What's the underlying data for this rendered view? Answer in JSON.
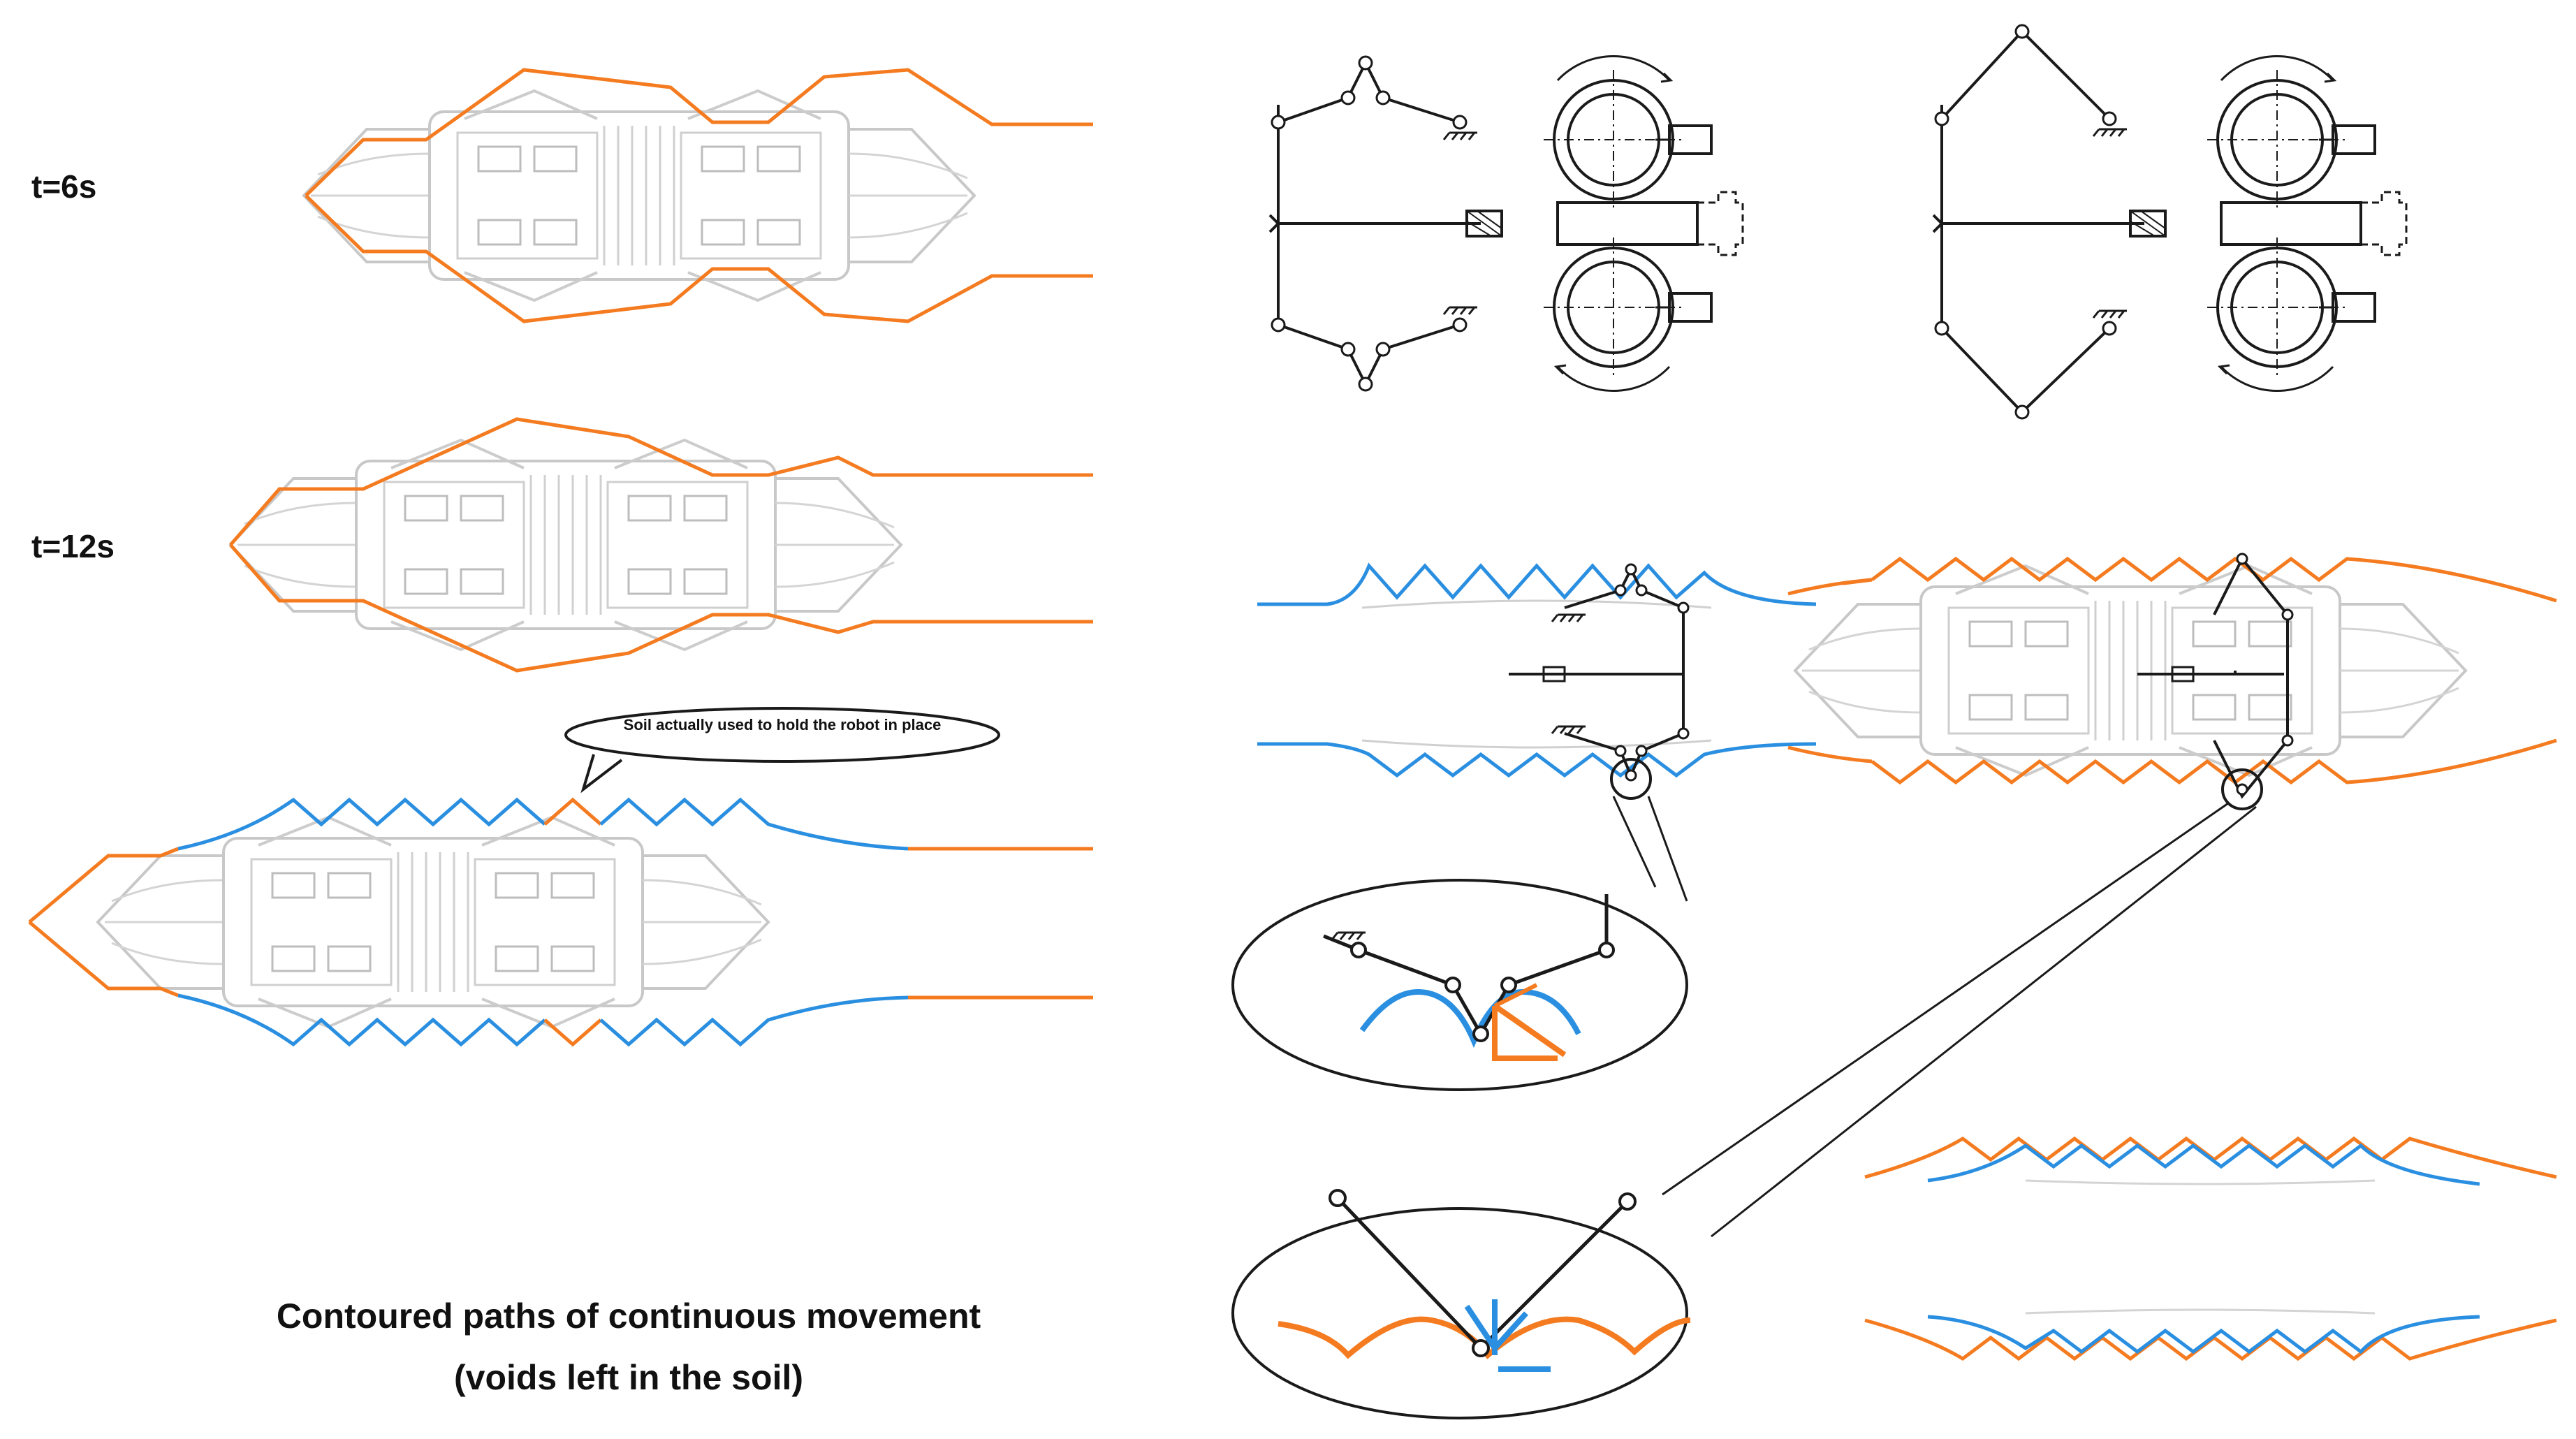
{
  "labels": {
    "t1": "t=6s",
    "t2": "t=12s",
    "bubble": "Soil actually used to hold the robot in place",
    "caption_line1": "Contoured paths of continuous movement",
    "caption_line2": "(voids left in the soil)"
  },
  "colors": {
    "orange": "#f47b20",
    "blue": "#2a8fe0",
    "ink": "#1a1a1a",
    "ghost": "#c8c8c8"
  }
}
